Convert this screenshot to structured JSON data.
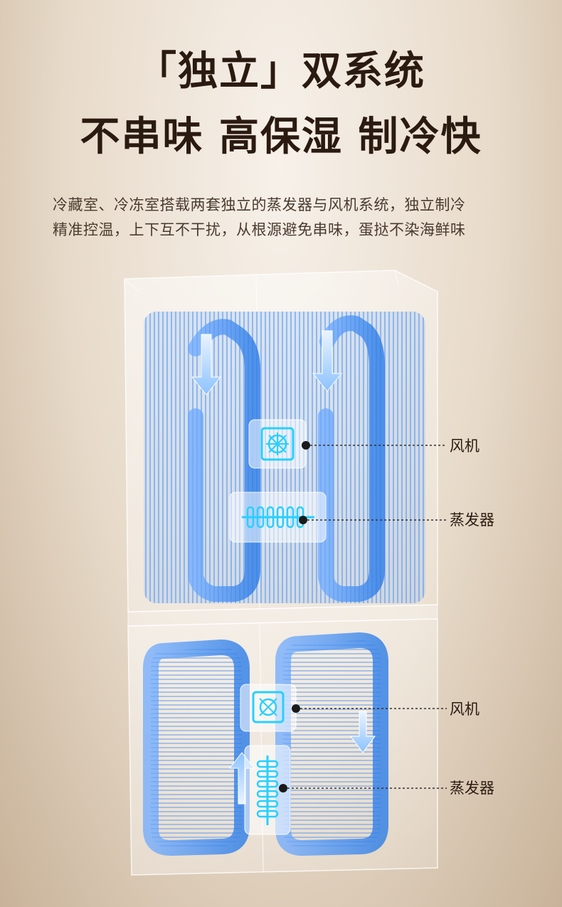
{
  "headline": {
    "line1": "「独立」双系统",
    "line2": "不串味 高保湿 制冷快"
  },
  "description": {
    "line1": "冷藏室、冷冻室搭载两套独立的蒸发器与风机系统，独立制冷",
    "line2": "精准控温，上下互不干扰，从根源避免串味，蛋挞不染海鲜味"
  },
  "callouts": {
    "fan_upper": "风机",
    "evaporator_upper": "蒸发器",
    "fan_lower": "风机",
    "evaporator_lower": "蒸发器"
  },
  "colors": {
    "headline": "#2b1a10",
    "body_text": "#4a3a2e",
    "airflow_blue": "#3d8cf0",
    "airflow_light": "#9cc6ff",
    "component_glow": "#27d0ff"
  },
  "icons": {
    "fan": "fan-icon",
    "evaporator": "evaporator-icon"
  }
}
